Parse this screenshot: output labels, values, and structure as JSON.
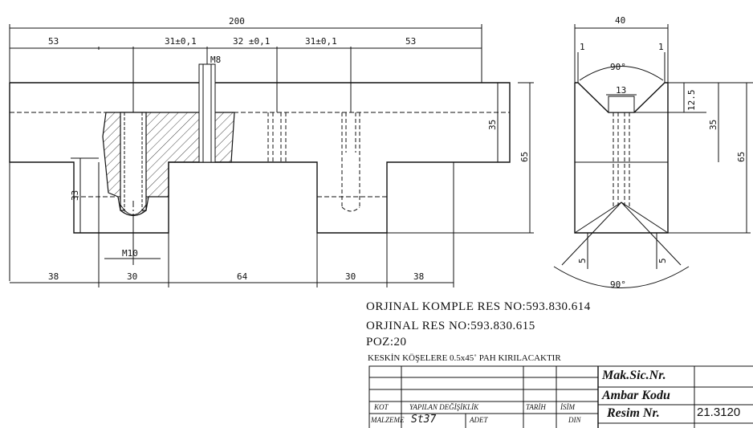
{
  "front_view": {
    "dims": {
      "overall": "200",
      "seg1": "53",
      "seg2": "31±0,1",
      "seg3": "32 ±0,1",
      "seg4": "31±0,1",
      "seg5": "53",
      "thread_top": "M8",
      "thread_bottom": "M10",
      "height_35": "35",
      "height_65": "65",
      "height_33": "33",
      "bot1": "38",
      "bot2": "30",
      "bot3": "64",
      "bot4": "30",
      "bot5": "38"
    }
  },
  "side_view": {
    "dims": {
      "width": "40",
      "edge_left": "1",
      "edge_right": "1",
      "angle_top": "90°",
      "slot": "13",
      "depth": "12.5",
      "height_35": "35",
      "height_65": "65",
      "chamfer_left": "5",
      "chamfer_right": "5",
      "angle_bottom": "90°"
    }
  },
  "notes": {
    "line1": "ORJINAL KOMPLE RES NO:593.830.614",
    "line2": "ORJINAL RES NO:593.830.615",
    "line3": "POZ:20",
    "line4": "KESKİN KÖŞELERE 0.5x45˚ PAH KIRILACAKTIR"
  },
  "title_block": {
    "kot": "KOT",
    "yapilan_degisiklik": "YAPILAN DEĞİŞİKLİK",
    "tarih": "TARİH",
    "isim": "İSİM",
    "malzeme": "MALZEME",
    "material": "St37",
    "adet": "ADET",
    "din": "DIN",
    "mak_sic_nr": "Mak.Sic.Nr.",
    "ambar_kodu": "Ambar Kodu",
    "resim_nr": "Resim Nr.",
    "resim_nr_value": "21.3120"
  }
}
